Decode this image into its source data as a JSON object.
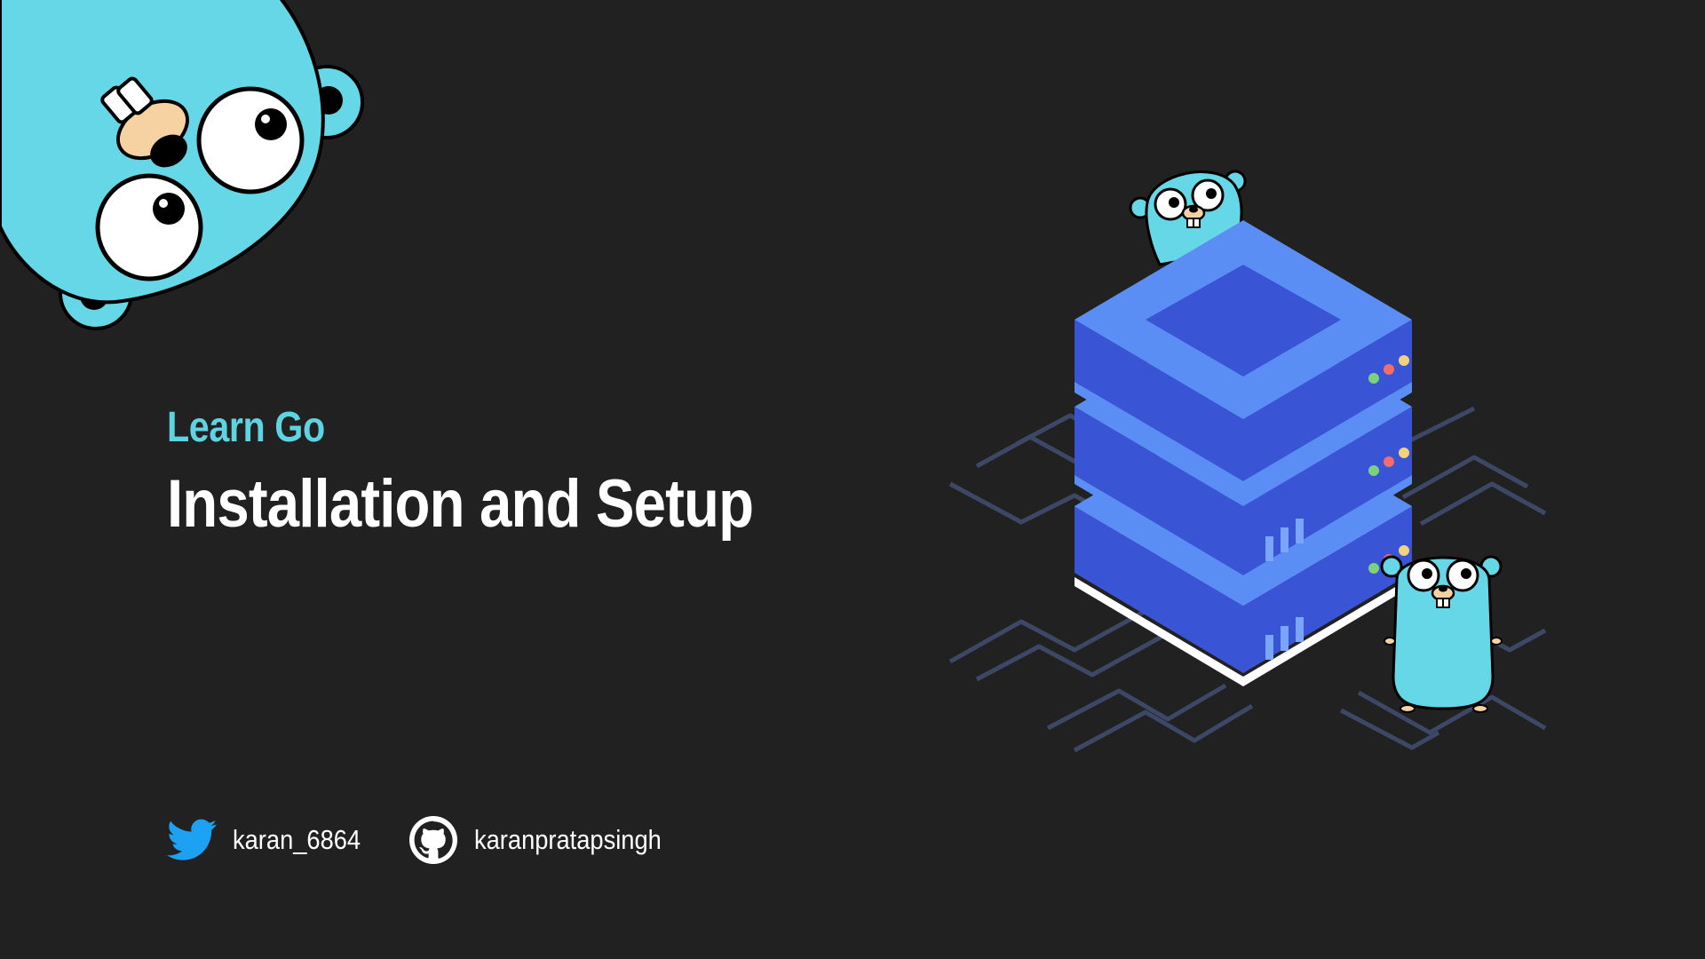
{
  "heading": {
    "eyebrow": "Learn Go",
    "title": "Installation and Setup"
  },
  "socials": [
    {
      "platform_icon": "twitter-icon",
      "handle": "karan_6864"
    },
    {
      "platform_icon": "github-icon",
      "handle": "karanpratapsingh"
    }
  ],
  "colors": {
    "background": "#212121",
    "accent": "#5ed3e2",
    "gopher": "#66d7e6",
    "server_top": "#5b8ef5",
    "server_body": "#3a54d6",
    "twitter": "#1da1f2"
  },
  "illustrations": [
    "gopher-mascot",
    "server-stack",
    "circuit-lines"
  ]
}
